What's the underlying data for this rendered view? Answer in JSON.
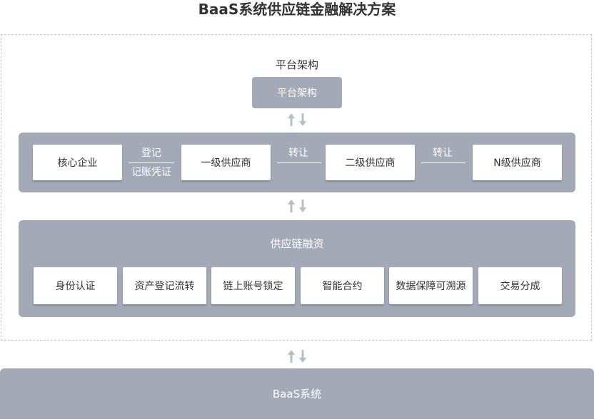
{
  "title": "BaaS系统供应链金融解决方案",
  "platform": {
    "caption": "平台架构",
    "box_label": "平台架构"
  },
  "chain_row": {
    "nodes": [
      "核心企业",
      "一级供应商",
      "二级供应商",
      "N级供应商"
    ],
    "links": [
      {
        "top": "登记",
        "bottom": "记账凭证"
      },
      {
        "top": "转让"
      },
      {
        "top": "转让"
      }
    ]
  },
  "finance": {
    "title": "供应链融资",
    "items": [
      "身份认证",
      "资产登记流转",
      "链上账号锁定",
      "智能合约",
      "数据保障可溯源",
      "交易分成"
    ]
  },
  "baas": {
    "label": "BaaS系统"
  },
  "colors": {
    "panel": "#a3a9b7",
    "arrow": "#b7bcc7",
    "dashed_border": "#c4c8cf"
  }
}
